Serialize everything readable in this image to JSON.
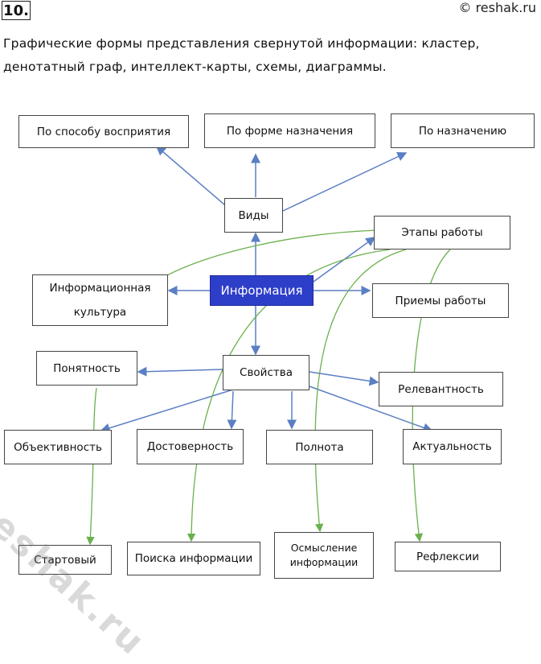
{
  "header": {
    "number": "10.",
    "copyright": "© reshak.ru",
    "task": "Графические формы представления свернутой информации: кластер, денотатный граф, интеллект-карты, схемы, диаграммы."
  },
  "watermark": {
    "text": "reshak.ru"
  },
  "diagram": {
    "center": "Информация",
    "nodes": {
      "po_sposobu": "По способу восприятия",
      "po_forme": "По форме назначения",
      "po_naznacheniyu": "По назначению",
      "vidy": "Виды",
      "etapy": "Этапы работы",
      "inf_kultura": "Информационная культура",
      "priemy": "Приемы работы",
      "ponyatnost": "Понятность",
      "svoystva": "Свойства",
      "relevantnost": "Релевантность",
      "obektivnost": "Объективность",
      "dostovernost": "Достоверность",
      "polnota": "Полнота",
      "aktualnost": "Актуальность",
      "startovy": "Стартовый",
      "poiska": "Поиска информации",
      "osmyslenie": "Осмысление информации",
      "refleksii": "Рефлексии"
    },
    "colors": {
      "arrow": "#5b7fc4",
      "link": "#6ab04c",
      "center_fill": "#2d3ec9"
    }
  }
}
